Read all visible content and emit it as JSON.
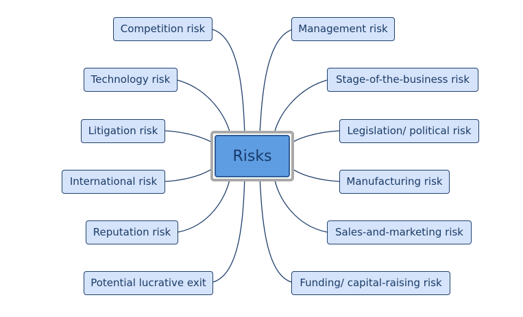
{
  "center": {
    "label": "Risks"
  },
  "left_nodes": [
    {
      "label": "Competition risk"
    },
    {
      "label": "Technology risk"
    },
    {
      "label": "Litigation risk"
    },
    {
      "label": "International risk"
    },
    {
      "label": "Reputation risk"
    },
    {
      "label": "Potential lucrative exit"
    }
  ],
  "right_nodes": [
    {
      "label": "Management risk"
    },
    {
      "label": "Stage-of-the-business risk"
    },
    {
      "label": "Legislation/ political risk"
    },
    {
      "label": "Manufacturing risk"
    },
    {
      "label": "Sales-and-marketing risk"
    },
    {
      "label": "Funding/ capital-raising risk"
    }
  ],
  "colors": {
    "node_fill": "#d6e4fb",
    "node_border": "#1e3f6e",
    "node_text": "#1a3b66",
    "center_fill": "#5f9de2",
    "center_frame": "#a9a9a9",
    "connector": "#1f3e6b"
  }
}
